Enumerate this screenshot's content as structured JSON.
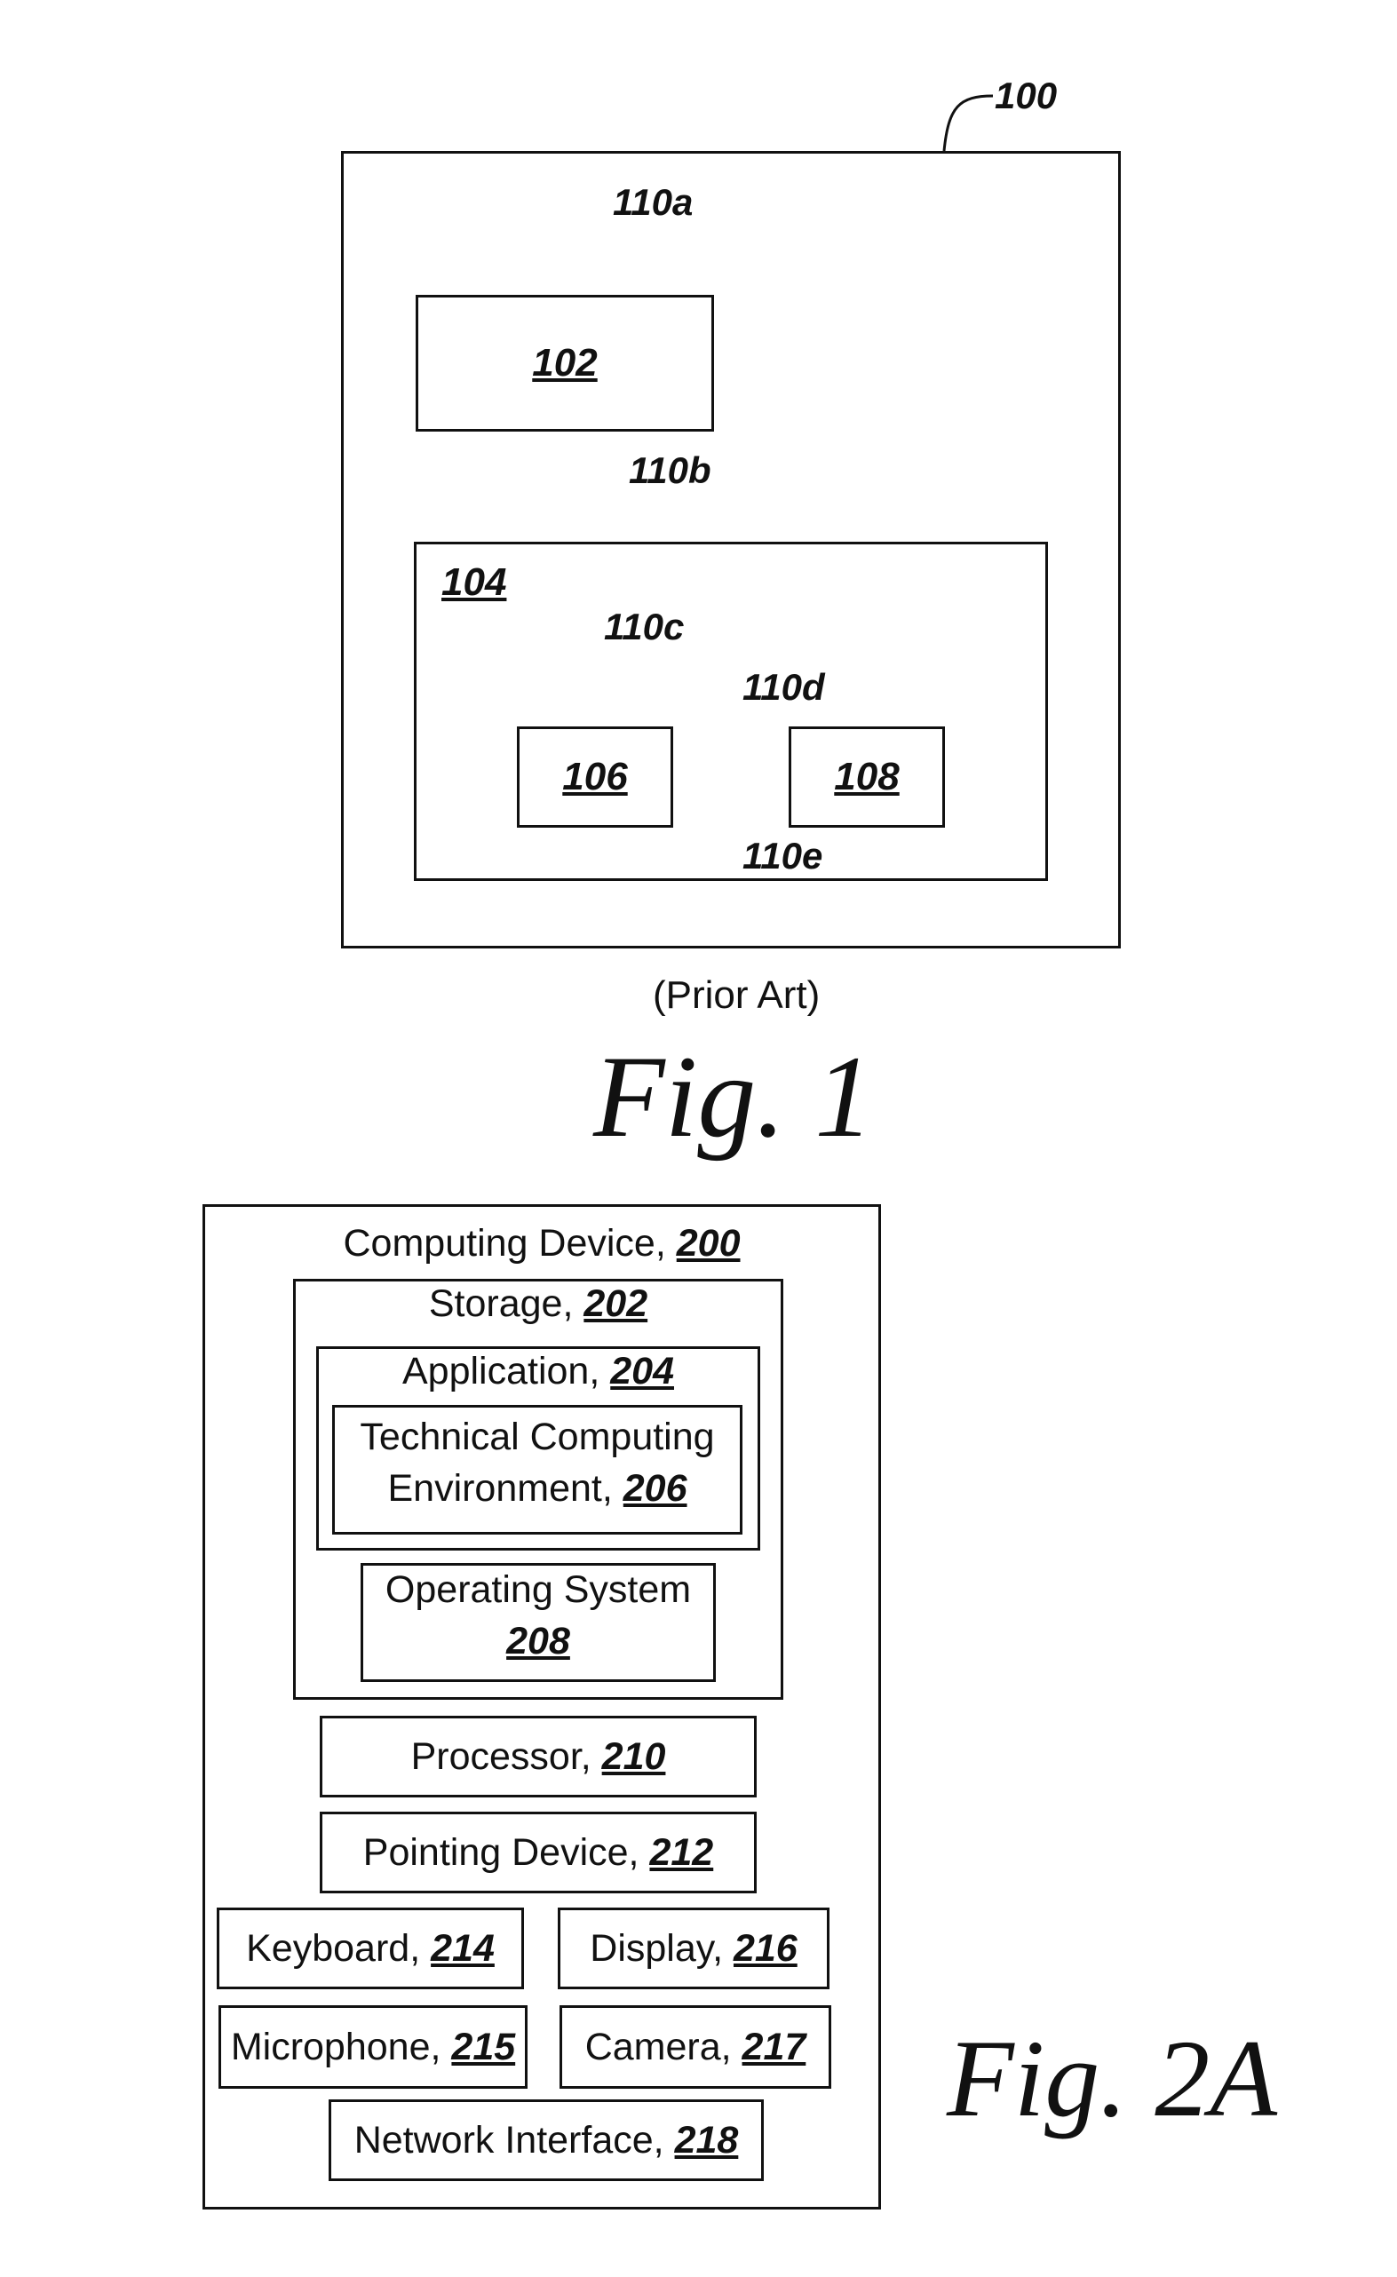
{
  "fig1": {
    "system_ref": "100",
    "box_102": "102",
    "box_104": "104",
    "box_106": "106",
    "box_108": "108",
    "arrow_110a": "110a",
    "arrow_110b": "110b",
    "arrow_110c": "110c",
    "arrow_110d": "110d",
    "arrow_110e": "110e",
    "caption": "(Prior Art)",
    "title": "Fig. 1"
  },
  "fig2a": {
    "computing_device": {
      "label": "Computing Device,",
      "ref": "200"
    },
    "storage": {
      "label": "Storage,",
      "ref": "202"
    },
    "application": {
      "label": "Application,",
      "ref": "204"
    },
    "tce": {
      "label_line1": "Technical Computing",
      "label_line2": "Environment,",
      "ref": "206"
    },
    "operating_system": {
      "label": "Operating System",
      "ref": "208"
    },
    "processor": {
      "label": "Processor,",
      "ref": "210"
    },
    "pointing_device": {
      "label": "Pointing Device,",
      "ref": "212"
    },
    "keyboard": {
      "label": "Keyboard,",
      "ref": "214"
    },
    "display": {
      "label": "Display,",
      "ref": "216"
    },
    "microphone": {
      "label": "Microphone,",
      "ref": "215"
    },
    "camera": {
      "label": "Camera,",
      "ref": "217"
    },
    "network_interface": {
      "label": "Network Interface,",
      "ref": "218"
    },
    "title": "Fig. 2A"
  }
}
